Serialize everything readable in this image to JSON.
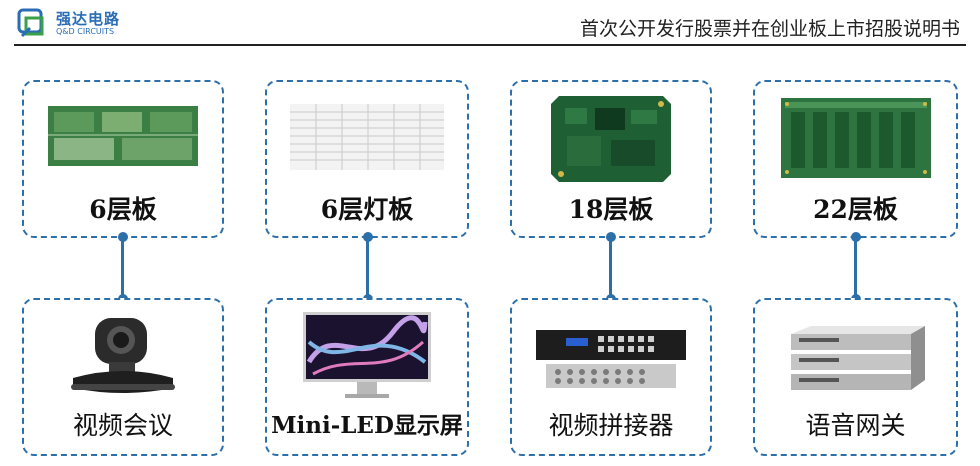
{
  "header": {
    "logo_cn": "强达电路",
    "logo_en": "Q&D CIRCUITS",
    "doc_title": "首次公开发行股票并在创业板上市招股说明书"
  },
  "boards": [
    {
      "label": "6层板",
      "icon": "pcb-board-green-icon"
    },
    {
      "label": "6层灯板",
      "icon": "led-light-board-icon"
    },
    {
      "label": "18层板",
      "icon": "pcb-board-dark-green-icon"
    },
    {
      "label": "22层板",
      "icon": "pcb-board-wide-icon"
    }
  ],
  "products": [
    {
      "label": "视频会议",
      "icon": "conference-camera-icon"
    },
    {
      "label": "Mini-LED显示屏",
      "icon": "mini-led-display-icon"
    },
    {
      "label": "视频拼接器",
      "icon": "video-matrix-switcher-icon"
    },
    {
      "label": "语音网关",
      "icon": "voice-gateway-icon"
    }
  ],
  "colors": {
    "accent": "#2d6fa8",
    "pcb_green": "#2f7a3a",
    "logo_blue": "#2a6db5"
  }
}
